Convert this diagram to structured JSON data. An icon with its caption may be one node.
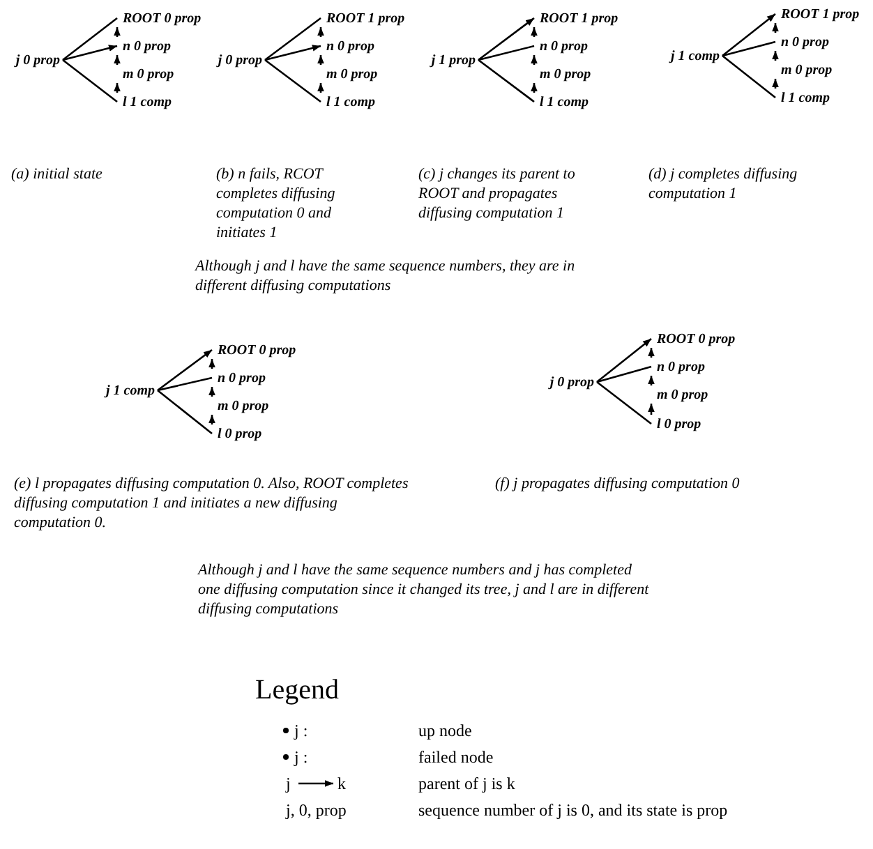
{
  "diagram": {
    "nodes": [
      {
        "text": [
          "j 0 prop"
        ]
      },
      {
        "text": [
          "ROOT 0 prop"
        ]
      },
      {
        "text": [
          "n 0 prop"
        ]
      },
      {
        "text": [
          "m 0 prop"
        ]
      },
      {
        "text": [
          "l 1 comp"
        ]
      },
      {
        "text": [
          "j 0 prop"
        ]
      },
      {
        "text": [
          "ROOT 1 prop"
        ]
      },
      {
        "text": [
          "n 0 prop"
        ]
      },
      {
        "text": [
          "m 0 prop"
        ]
      },
      {
        "text": [
          "l 1 comp"
        ]
      },
      {
        "text": [
          "j 1 prop"
        ]
      },
      {
        "text": [
          "ROOT 1 prop"
        ]
      },
      {
        "text": [
          "n 0 prop"
        ]
      },
      {
        "text": [
          "m 0 prop"
        ]
      },
      {
        "text": [
          "l 1 comp"
        ]
      },
      {
        "text": [
          "j 1 comp"
        ]
      },
      {
        "text": [
          "ROOT 1 prop"
        ]
      },
      {
        "text": [
          "n 0 prop"
        ]
      },
      {
        "text": [
          "m 0 prop"
        ]
      },
      {
        "text": [
          "l 1 comp"
        ]
      },
      {
        "text": [
          "j 1 comp"
        ]
      },
      {
        "text": [
          "ROOT 0 prop"
        ]
      },
      {
        "text": [
          "n 0 prop"
        ]
      },
      {
        "text": [
          "m 0 prop"
        ]
      },
      {
        "text": [
          "l 0 prop"
        ]
      },
      {
        "text": [
          "j 0 prop"
        ]
      },
      {
        "text": [
          "ROOT 0 prop"
        ]
      },
      {
        "text": [
          "n 0 prop"
        ]
      },
      {
        "text": [
          "m 0 prop"
        ]
      },
      {
        "text": [
          "l 0 prop"
        ]
      }
    ],
    "edges": [
      {
        "from": 2,
        "to": 1,
        "arrow": "to"
      },
      {
        "from": 3,
        "to": 2,
        "arrow": "to"
      },
      {
        "from": 4,
        "to": 3,
        "arrow": "to"
      },
      {
        "from": 0,
        "to": 1,
        "arrow": "none"
      },
      {
        "from": 0,
        "to": 2,
        "arrow": "to"
      },
      {
        "from": 0,
        "to": 4,
        "arrow": "none"
      },
      {
        "from": 7,
        "to": 6,
        "arrow": "to"
      },
      {
        "from": 8,
        "to": 7,
        "arrow": "to"
      },
      {
        "from": 9,
        "to": 8,
        "arrow": "to"
      },
      {
        "from": 5,
        "to": 6,
        "arrow": "none"
      },
      {
        "from": 5,
        "to": 7,
        "arrow": "to"
      },
      {
        "from": 5,
        "to": 9,
        "arrow": "none"
      },
      {
        "from": 12,
        "to": 11,
        "arrow": "to"
      },
      {
        "from": 13,
        "to": 12,
        "arrow": "to"
      },
      {
        "from": 14,
        "to": 13,
        "arrow": "to"
      },
      {
        "from": 10,
        "to": 11,
        "arrow": "to"
      },
      {
        "from": 10,
        "to": 12,
        "arrow": "none"
      },
      {
        "from": 10,
        "to": 14,
        "arrow": "none"
      },
      {
        "from": 17,
        "to": 16,
        "arrow": "to"
      },
      {
        "from": 18,
        "to": 17,
        "arrow": "to"
      },
      {
        "from": 19,
        "to": 18,
        "arrow": "to"
      },
      {
        "from": 15,
        "to": 16,
        "arrow": "to"
      },
      {
        "from": 15,
        "to": 17,
        "arrow": "none"
      },
      {
        "from": 15,
        "to": 19,
        "arrow": "none"
      },
      {
        "from": 22,
        "to": 21,
        "arrow": "to"
      },
      {
        "from": 23,
        "to": 22,
        "arrow": "to"
      },
      {
        "from": 24,
        "to": 23,
        "arrow": "to"
      },
      {
        "from": 20,
        "to": 21,
        "arrow": "to"
      },
      {
        "from": 20,
        "to": 22,
        "arrow": "none"
      },
      {
        "from": 20,
        "to": 24,
        "arrow": "none"
      },
      {
        "from": 27,
        "to": 26,
        "arrow": "to"
      },
      {
        "from": 28,
        "to": 27,
        "arrow": "to"
      },
      {
        "from": 29,
        "to": 28,
        "arrow": "to"
      },
      {
        "from": 25,
        "to": 26,
        "arrow": "to"
      },
      {
        "from": 25,
        "to": 27,
        "arrow": "none"
      },
      {
        "from": 25,
        "to": 29,
        "arrow": "none"
      }
    ],
    "labels": [
      "(a) initial state",
      "(b) n fails, RCOT completes diffusing computation 0 and initiates 1",
      "(c) j changes its parent to ROOT and propagates diffusing computation 1",
      "(d) j completes diffusing computation 1",
      "Although j and l have the same sequence numbers, they are in different diffusing computations",
      "(e) l propagates diffusing computation 0. Also, ROOT completes diffusing computation 1 and initiates a new diffusing computation 0.",
      "(f) j propagates diffusing computation 0",
      "Although j and l have the same sequence numbers and j has completed one diffusing computation since it changed its tree, j and l are in different diffusing computations",
      "Legend",
      "j :",
      "j :",
      "j",
      "k",
      "j, 0, prop"
    ],
    "legend": [
      {
        "text": "up node"
      },
      {
        "text": "failed node"
      },
      {
        "text": "parent of j is k"
      },
      {
        "text": "sequence number of j is 0, and its state is prop"
      }
    ]
  }
}
